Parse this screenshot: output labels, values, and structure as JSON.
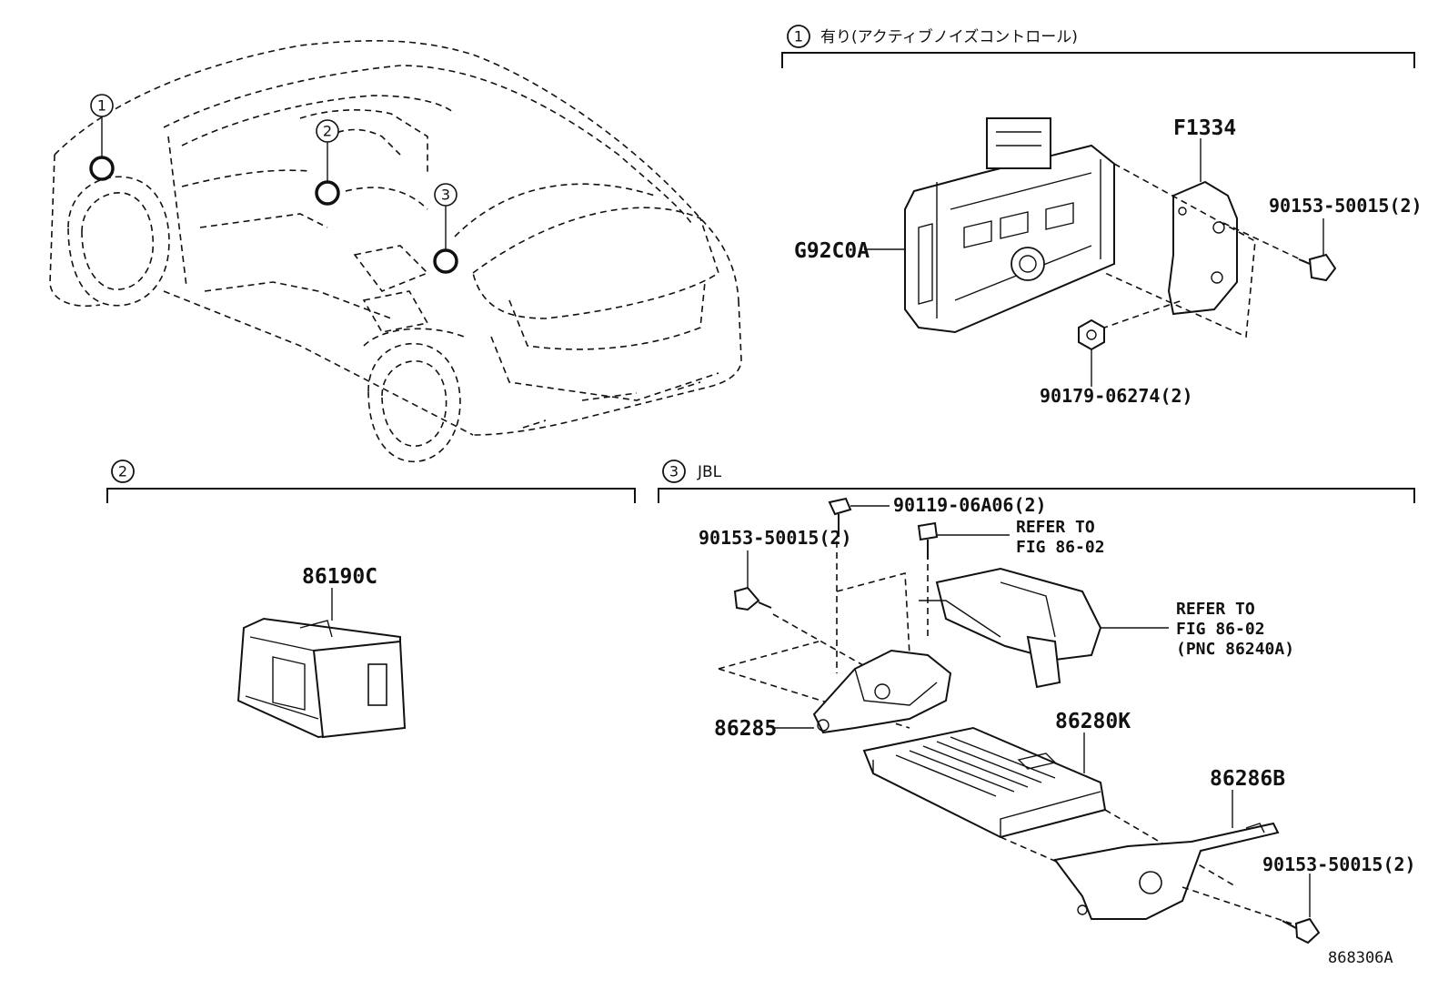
{
  "sections": {
    "s1": {
      "number": "1",
      "title": "有り(アクティブノイズコントロール)"
    },
    "s2": {
      "number": "2",
      "title": ""
    },
    "s3": {
      "number": "3",
      "title": "JBL"
    }
  },
  "vehicle_callouts": [
    "1",
    "2",
    "3"
  ],
  "parts": {
    "g92c0a": "G92C0A",
    "f1334": "F1334",
    "bolt_s1": "90153-50015(2)",
    "nut_s1": "90179-06274(2)",
    "p86190c": "86190C",
    "bolt_a": "90119-06A06(2)",
    "bolt_b": "90153-50015(2)",
    "refer1_line1": "REFER TO",
    "refer1_line2": "FIG 86-02",
    "refer2_line1": "REFER TO",
    "refer2_line2": "FIG 86-02",
    "refer2_line3": "(PNC 86240A)",
    "p86285": "86285",
    "p86280k": "86280K",
    "p86286b": "86286B",
    "bolt_c": "90153-50015(2)"
  },
  "diagram_code": "868306A"
}
